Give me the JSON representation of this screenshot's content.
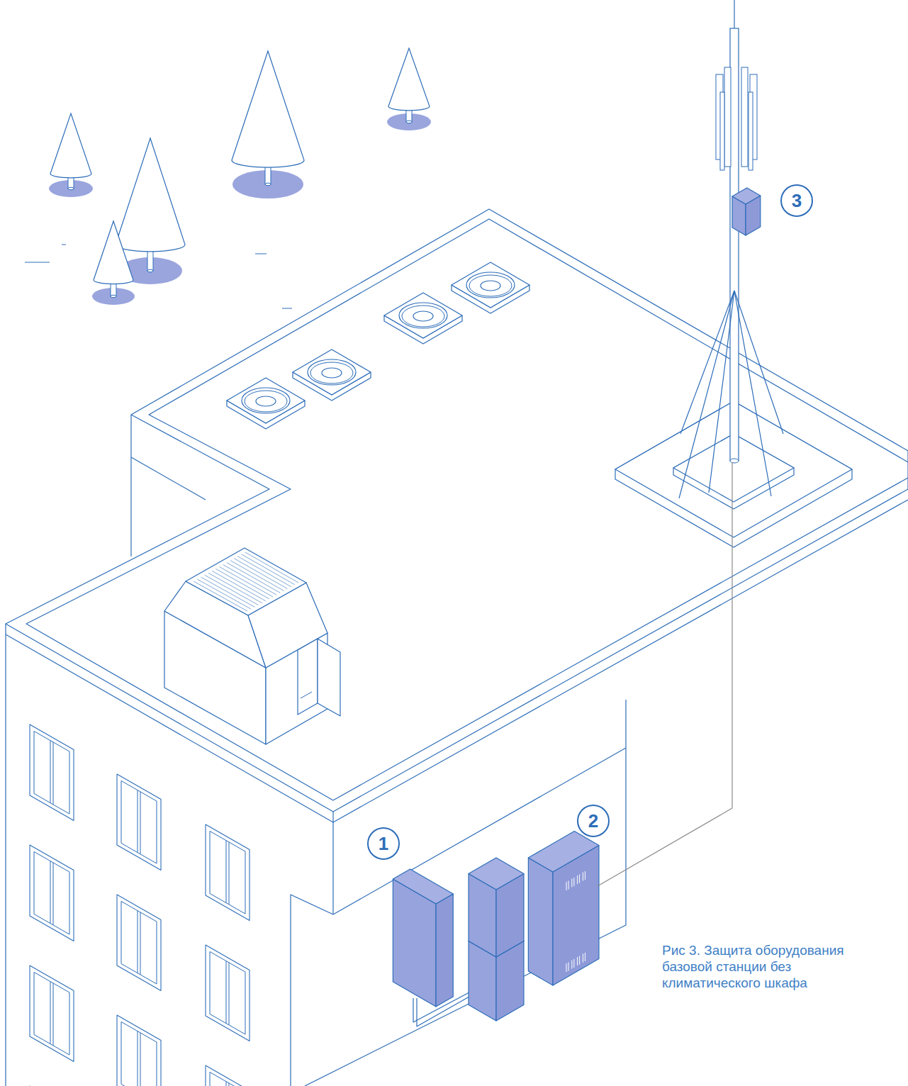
{
  "diagram": {
    "caption": "Рис 3. Защита оборудования базовой станции без климатического шкафа",
    "nodes": [
      {
        "text": [
          "3"
        ]
      },
      {
        "text": [
          "2"
        ]
      },
      {
        "text": [
          "1"
        ]
      }
    ]
  }
}
